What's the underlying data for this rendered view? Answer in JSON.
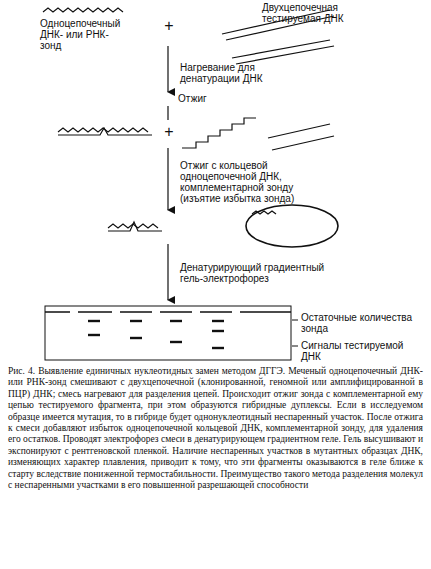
{
  "diagram": {
    "caption": "Рис. 4. Выявление единичных нуклеотидных замен методом ДГГЭ. Меченый одноцепочечный ДНК- или РНК-зонд смешивают с двухцепочечной (клонированной, геномной или амплифицированной в ПЦР) ДНК; смесь нагревают для разделения цепей. Происходит отжиг зонда с комплементарной ему цепью тестируемого фрагмента, при этом образуются гибридные дуплексы. Если в исследуемом образце имеется мутация, то в гибриде будет однонуклеотидный неспаренный участок. После отжига к смеси добавляют избыток одноцепочечной кольцевой ДНК, комплементарной зонду, для удаления его остатков. Проводят электрофорез смеси в денатурирующем градиентном геле. Гель высушивают и экспонируют с рентгеновской пленкой. Наличие неспаренных участков в мутантных образцах ДНК, изменяющих характер плавления, приводит к тому, что эти фрагменты оказываются в геле ближе к старту вследствие пониженной термостабильности. Преимущество такого метода разделения молекул с неспаренными участками в его повышенной разрешающей способности",
    "labels": [
      "Двухцепочечная тестируемая ДНК",
      "Одноцепочечный ДНК- или РНК-зонд",
      "+",
      "Нагревание для денатурации ДНК",
      "Отжиг",
      "+",
      "Отжиг с кольцевой одноцепочечной ДНК, комплементарной зонду (изъятие избытка зонда)",
      "Денатурирующий градиентный гель-электрофорез",
      "Остаточные количества зонда",
      "Сигналы тестируемой ДНК"
    ]
  }
}
